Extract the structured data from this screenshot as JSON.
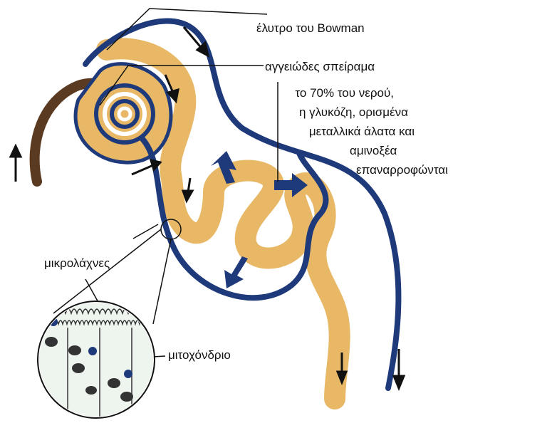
{
  "labels": {
    "bowman": "έλυτρο του Bowman",
    "glomerulus": "αγγειώδες σπείραμα",
    "reabsorption_line1": "το 70% του νερού,",
    "reabsorption_line2": "η γλυκόζη, ορισμένα",
    "reabsorption_line3": "μεταλλικά άλατα και",
    "reabsorption_line4": "αμινοξέα",
    "reabsorption_line5": "επαναρροφώνται",
    "microvilli": "μικρολάχνες",
    "mitochondrion": "μιτοχόνδριο"
  },
  "colors": {
    "tubule": "#e8b866",
    "vessel": "#1f3a7a",
    "arrow": "#1f3a7a",
    "efferent": "#5a3a20",
    "line": "#111111"
  }
}
